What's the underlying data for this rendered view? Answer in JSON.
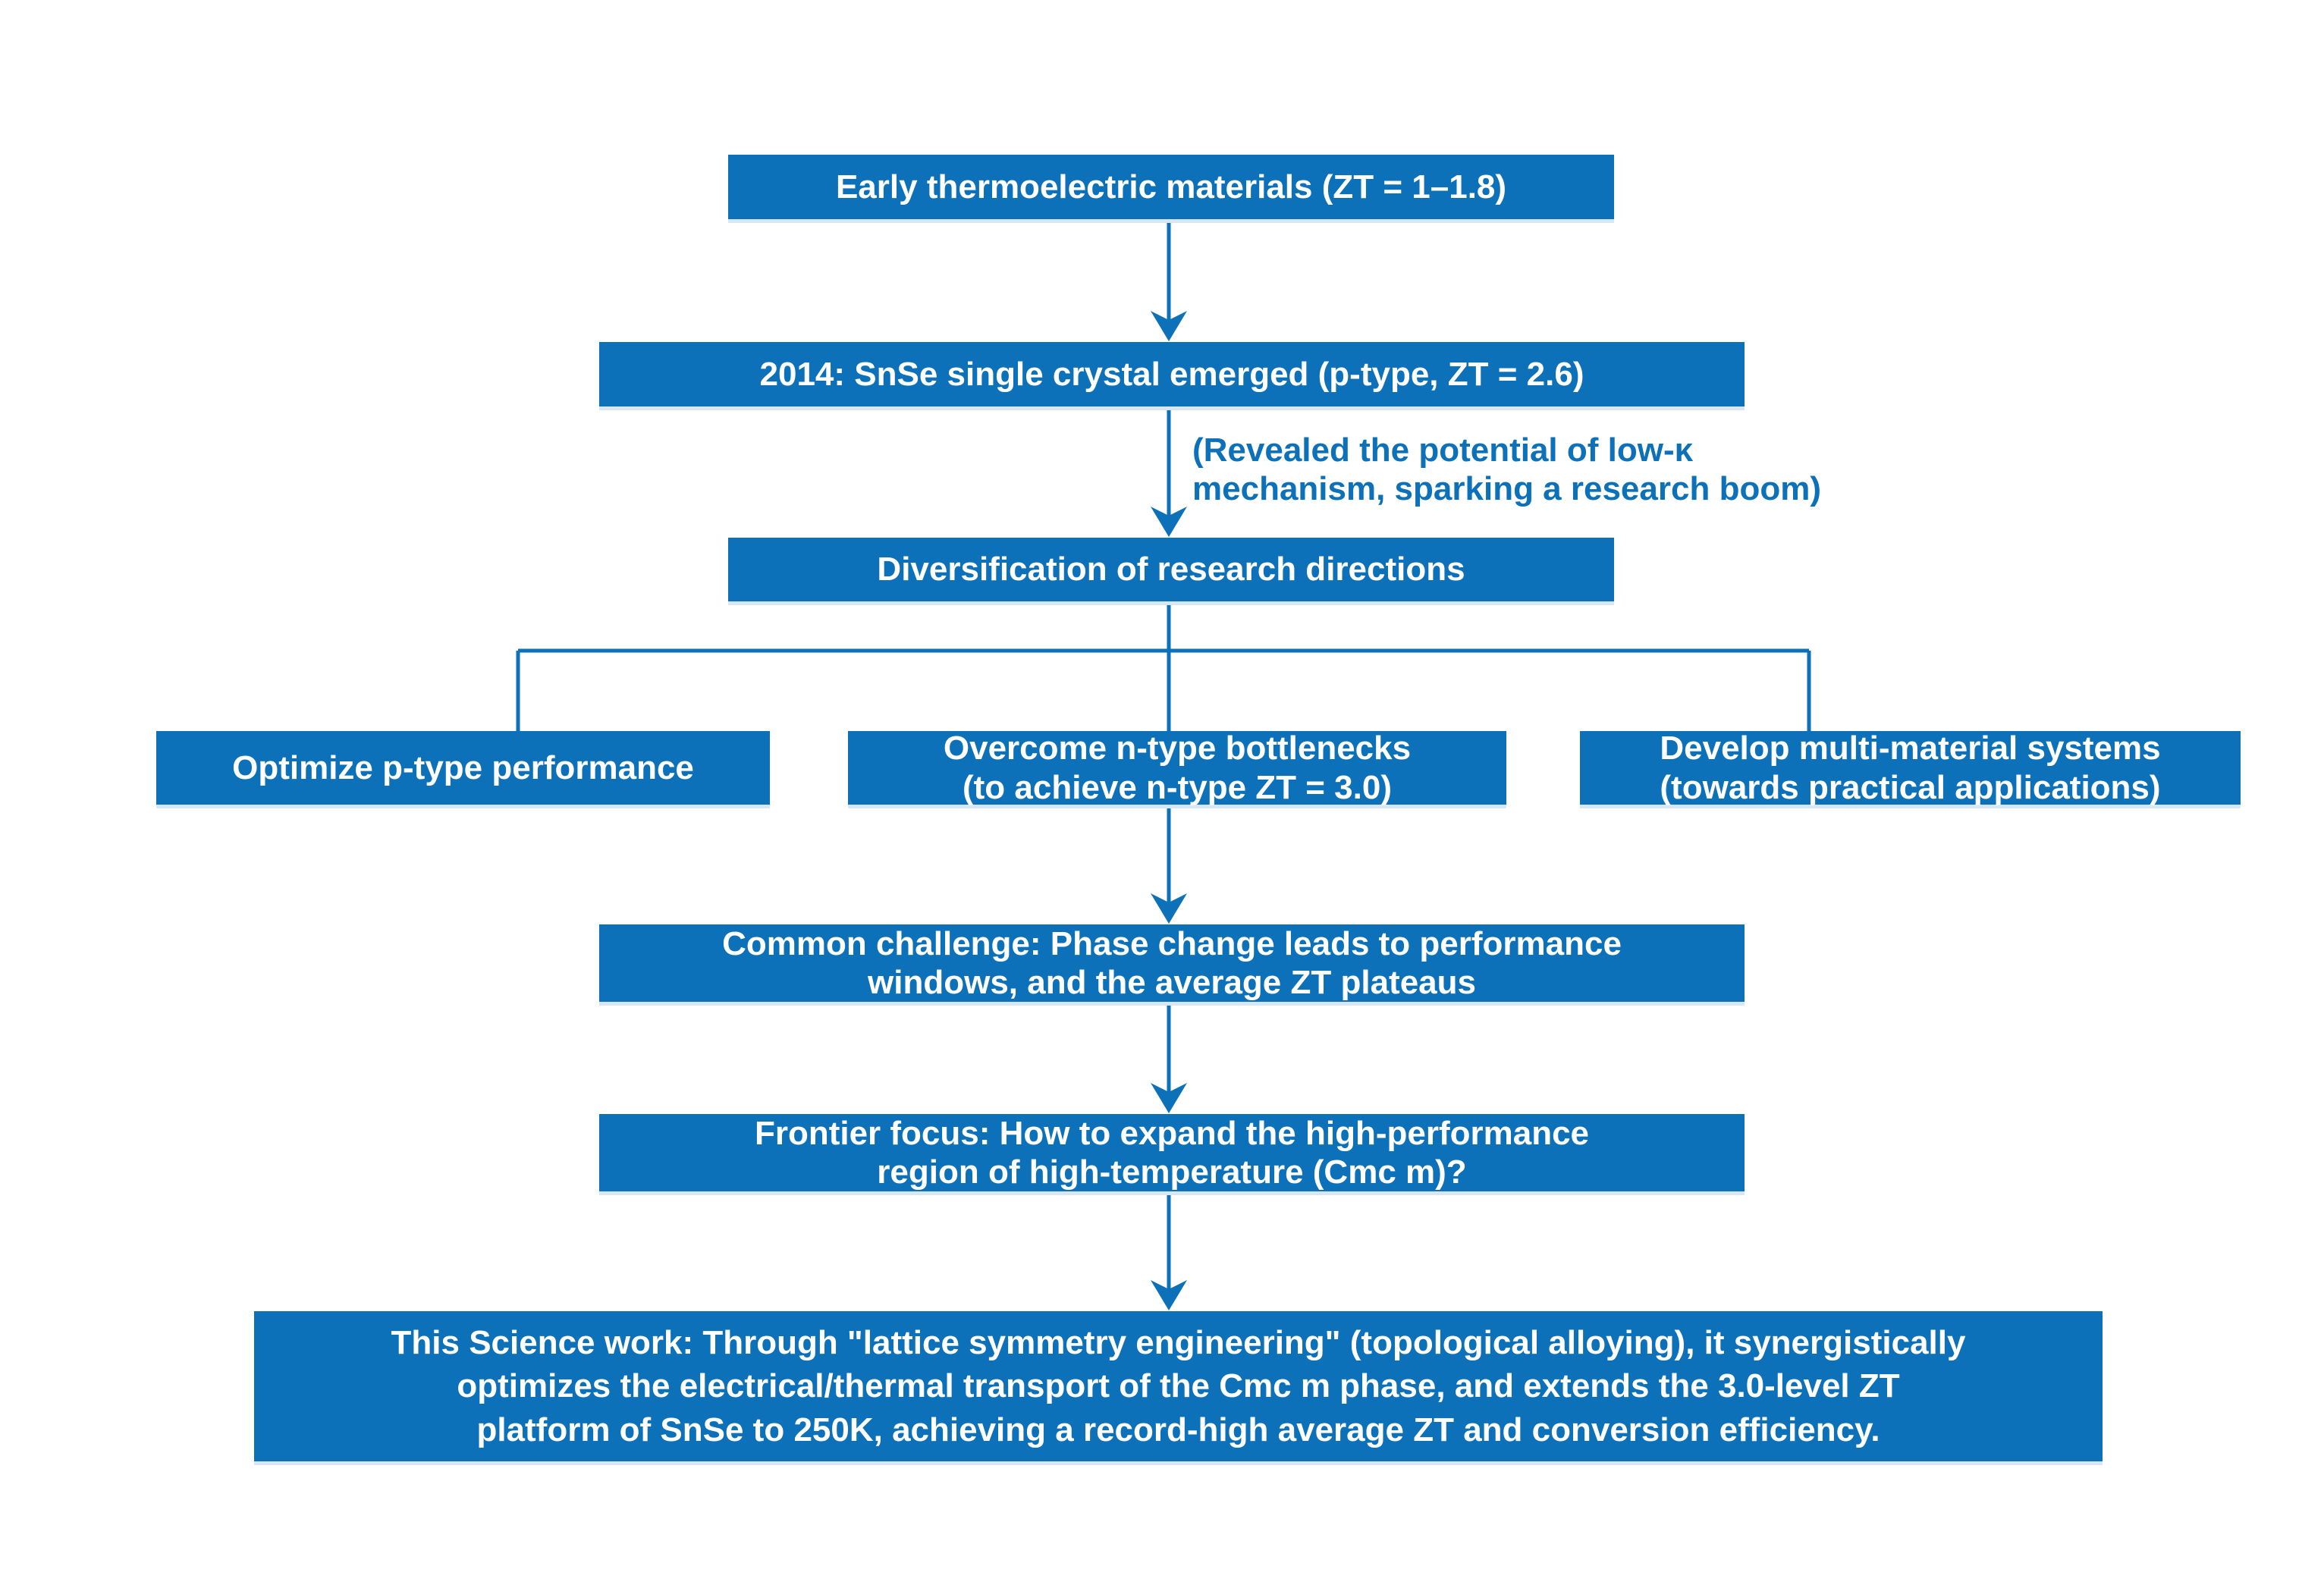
{
  "colors": {
    "primary_blue": "#0C71B8",
    "box_text": "#FFFFFF",
    "background": "#FFFFFF"
  },
  "nodes": {
    "early": "Early thermoelectric materials (ZT = 1–1.8)",
    "snse_2014": "2014: SnSe single crystal emerged (p-type, ZT = 2.6)",
    "annotation": "(Revealed the potential of low-κ\nmechanism, sparking a research boom)",
    "diversification": "Diversification of research directions",
    "branch_ptype": "Optimize p-type performance",
    "branch_ntype": "Overcome n-type bottlenecks\n(to achieve n-type ZT = 3.0)",
    "branch_multi": "Develop multi-material systems\n(towards practical applications)",
    "challenge": "Common challenge: Phase change leads to performance\nwindows, and the average ZT plateaus",
    "frontier": "Frontier focus: How to expand the high-performance\nregion of high-temperature (Cmc m)?",
    "conclusion": "This Science work: Through \"lattice symmetry engineering\" (topological alloying), it synergistically\noptimizes the electrical/thermal transport of the Cmc m phase, and extends the 3.0-level ZT\nplatform of SnSe to 250K, achieving a record-high average ZT and conversion efficiency."
  }
}
